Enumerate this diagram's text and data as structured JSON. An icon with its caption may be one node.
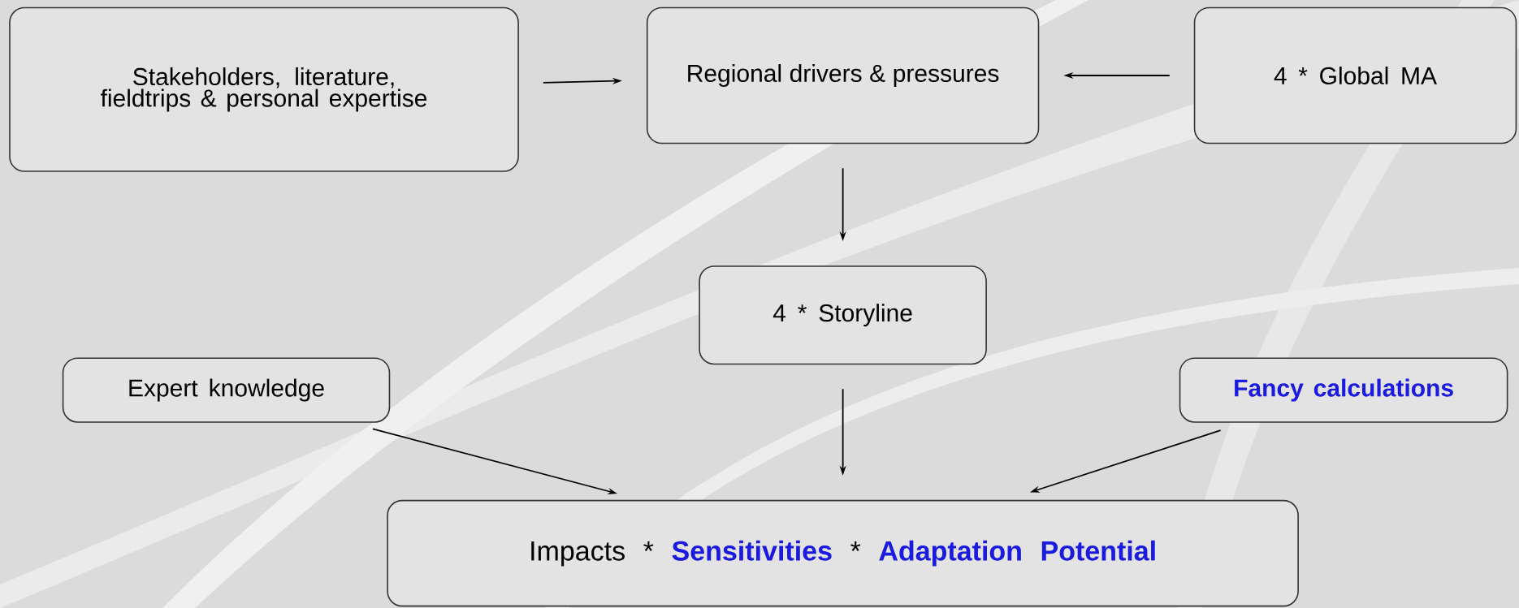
{
  "diagram": {
    "nodes": [
      {
        "text": [
          "Stakeholders, literature, fieldtrips & personal expertise"
        ]
      },
      {
        "text": [
          "Regional drivers & pressures"
        ]
      },
      {
        "text": [
          "4 * Global MA"
        ]
      },
      {
        "text": [
          "4 * Storyline"
        ]
      },
      {
        "text": [
          "Expert knowledge"
        ]
      },
      {
        "text": [
          "Fancy calculations"
        ]
      },
      {
        "text": [
          "Impacts * **Sensitivities** * **Adaptation Potential**"
        ]
      }
    ],
    "edges": [
      {
        "from": 0,
        "to": 1,
        "arrow": "to"
      },
      {
        "from": 2,
        "to": 1,
        "arrow": "to"
      },
      {
        "from": 1,
        "to": 3,
        "arrow": "to"
      },
      {
        "from": 3,
        "to": 6,
        "arrow": "to"
      },
      {
        "from": 4,
        "to": 6,
        "arrow": "to"
      },
      {
        "from": 5,
        "to": 6,
        "arrow": "to"
      }
    ]
  }
}
